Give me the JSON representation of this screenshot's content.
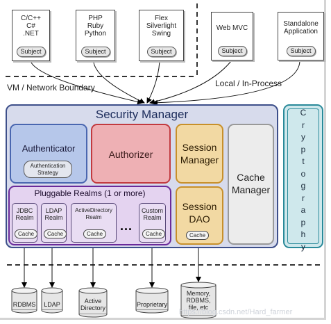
{
  "clients": [
    {
      "lines": [
        "C/C++",
        "C#",
        ".NET"
      ],
      "subject": "Subject"
    },
    {
      "lines": [
        "PHP",
        "Ruby",
        "Python"
      ],
      "subject": "Subject"
    },
    {
      "lines": [
        "Flex",
        "Silverlight",
        "Swing"
      ],
      "subject": "Subject"
    },
    {
      "lines": [
        "Web MVC"
      ],
      "subject": "Subject"
    },
    {
      "lines": [
        "Standalone",
        "Application"
      ],
      "subject": "Subject"
    }
  ],
  "boundary_label": "VM / Network Boundary",
  "local_label": "Local / In-Process",
  "security_manager": {
    "title": "Security Manager",
    "authenticator": {
      "label": "Authenticator",
      "strategy_lines": [
        "Authentication",
        "Strategy"
      ]
    },
    "authorizer": {
      "label": "Authorizer"
    },
    "session_manager": {
      "lines": [
        "Session",
        "Manager"
      ]
    },
    "session_dao": {
      "lines": [
        "Session",
        "DAO"
      ],
      "cache": "Cache"
    },
    "cache_manager": {
      "lines": [
        "Cache",
        "Manager"
      ]
    },
    "pluggable_realms": {
      "label": "Pluggable Realms (1 or more)",
      "realms": [
        {
          "lines": [
            "JDBC",
            "Realm"
          ],
          "cache": "Cache"
        },
        {
          "lines": [
            "LDAP",
            "Realm"
          ],
          "cache": "Cache"
        },
        {
          "lines": [
            "ActiveDirectory",
            "Realm"
          ],
          "cache": "Cache"
        },
        {
          "lines": [
            "Custom",
            "Realm"
          ],
          "cache": "Cache"
        }
      ],
      "ellipsis": "..."
    }
  },
  "cryptography": {
    "letters": [
      "C",
      "r",
      "y",
      "p",
      "t",
      "o",
      "g",
      "r",
      "a",
      "p",
      "h",
      "y"
    ]
  },
  "datastores": [
    {
      "lines": [
        "RDBMS"
      ]
    },
    {
      "lines": [
        "LDAP"
      ]
    },
    {
      "lines": [
        "Active",
        "Directory"
      ]
    },
    {
      "lines": [
        "Proprietary"
      ]
    },
    {
      "lines": [
        "Memory,",
        "RDBMS,",
        "file, etc"
      ]
    }
  ],
  "watermark": "https://blog.csdn.net/Hard_farmer",
  "colors": {
    "security_manager_fill": "#d7dbec",
    "authenticator_fill": "#b6c7ea",
    "authorizer_fill": "#eeb0b4",
    "session_fill": "#f2d9a3",
    "realm_fill": "#e4d3f0",
    "crypto_fill": "#cfe8ec"
  }
}
